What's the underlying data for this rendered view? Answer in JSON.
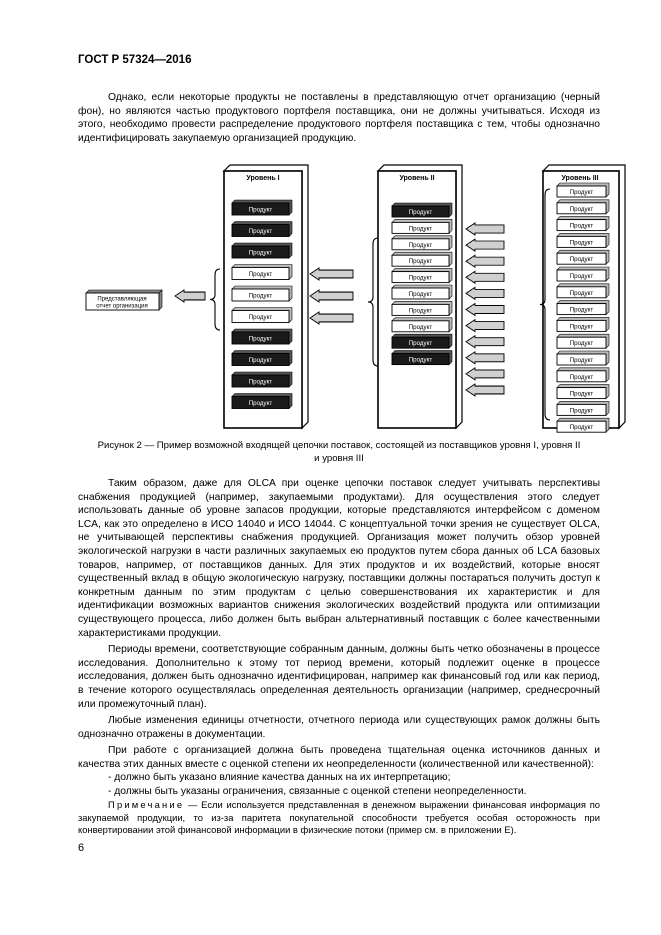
{
  "header": {
    "doc_code": "ГОСТ Р 57324—2016"
  },
  "intro_paragraph": "Однако, если некоторые продукты не поставлены в представляющую отчет организацию (черный фон), но являются частью продуктового портфеля поставщика, они не должны учитываться. Исходя из этого, необходимо провести распределение продуктового портфеля поставщика с тем, чтобы однозначно идентифицировать закупаемую организацией продукцию.",
  "figure": {
    "level1_title": "Уровень I",
    "level2_title": "Уровень II",
    "level3_title": "Уровень III",
    "product_label": "Продукт",
    "org_label_line1": "Представляющая",
    "org_label_line2": "отчет организация",
    "level1_products": [
      "black",
      "black",
      "black",
      "white",
      "white",
      "white",
      "black",
      "black",
      "black",
      "black"
    ],
    "level2_products": [
      "black",
      "white",
      "white",
      "white",
      "white",
      "white",
      "white",
      "white",
      "black",
      "black"
    ],
    "level3_count": 15
  },
  "caption": {
    "line1": "Рисунок 2 — Пример возможной входящей цепочки поставок, состоящей из поставщиков уровня I, уровня II",
    "line2": "и уровня III"
  },
  "body": {
    "p1": "Таким образом, даже для OLCA при оценке цепочки поставок следует учитывать перспективы снабжения продукцией (например, закупаемыми продуктами). Для осуществления этого следует использовать данные об уровне запасов продукции, которые представляются интерфейсом с доменом LCA, как это определено в ИСО 14040 и ИСО 14044. С концептуальной точки зрения не существует OLCA, не учитывающей перспективы снабжения продукцией. Организация может получить обзор уровней экологической нагрузки в части различных закупаемых ею продуктов путем сбора данных об LCA базовых товаров, например, от поставщиков данных. Для этих продуктов и их воздействий, которые вносят существенный вклад в общую экологическую нагрузку, поставщики должны постараться получить доступ к конкретным данным по этим продуктам с целью совершенствования их характеристик и для идентификации возможных вариантов снижения экологических воздействий продукта или оптимизации существующего процесса, либо должен быть выбран альтернативный поставщик с более качественными характеристиками продукции.",
    "p2": "Периоды времени, соответствующие собранным данным, должны быть четко обозначены в процессе исследования. Дополнительно к этому тот период времени, который подлежит оценке в процессе исследования, должен быть однозначно идентифицирован, например как финансовый год или как период, в течение которого осуществлялась определенная деятельность организации (например, среднесрочный или промежуточный план).",
    "p3": "Любые изменения единицы отчетности, отчетного периода или существующих рамок должны быть однозначно отражены в документации.",
    "p4": "При работе с организацией должна быть проведена тщательная оценка источников данных и качества этих данных вместе с оценкой степени их неопределенности (количественной или качественной):",
    "li1": "- должно быть указано влияние качества данных на их интерпретацию;",
    "li2": "- должны быть указаны ограничения, связанные с оценкой степени неопределенности."
  },
  "note": {
    "label": "Примечание",
    "text": " — Если используется представленная в денежном выражении финансовая информация по закупаемой продукции, то из-за паритета покупательной способности требуется особая осторожность при конвертировании этой финансовой информации в физические потоки (пример см. в приложении Е)."
  },
  "page_number": "6"
}
